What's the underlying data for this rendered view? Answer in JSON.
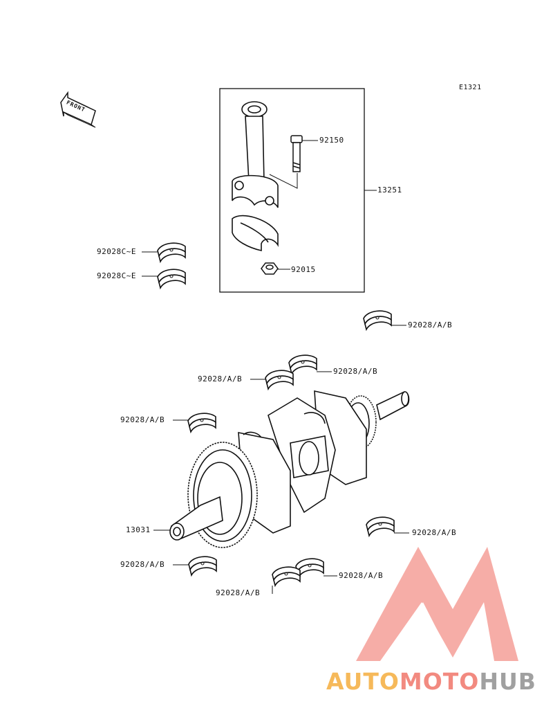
{
  "diagram_ref": "E1321",
  "front_marker": "FRONT",
  "callouts": {
    "bolt": "92150",
    "nut": "92015",
    "conrod_assy": "13251",
    "conrod_bearing_upper": "92028C~E",
    "conrod_bearing_lower": "92028C~E",
    "main_bearing_right_top": "92028/A/B",
    "main_bearing_mid_right": "92028/A/B",
    "main_bearing_mid_left": "92028/A/B",
    "main_bearing_left": "92028/A/B",
    "crankshaft": "13031",
    "main_bearing_lower_right": "92028/A/B",
    "main_bearing_lower_left": "92028/A/B",
    "main_bearing_bottom_right": "92028/A/B",
    "main_bearing_bottom_mid": "92028/A/B"
  },
  "watermark": {
    "part1": "AUTO",
    "part2": "MOTO",
    "part3": "HUB",
    "colors": {
      "part1": "#f6b95a",
      "part2": "#f28a80",
      "part3": "#a0a0a0",
      "logo": "#f3877e"
    }
  }
}
